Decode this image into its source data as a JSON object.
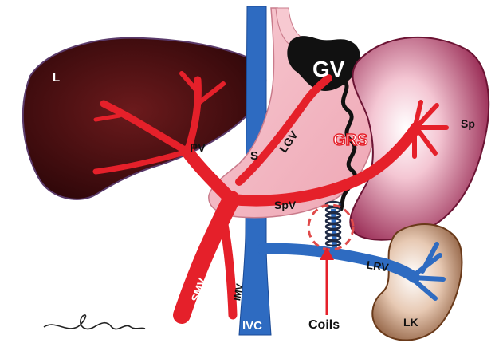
{
  "labels": {
    "liver": "L",
    "gastric_varices": "GV",
    "portal_vein": "PV",
    "left_gastric_vein": "LGV",
    "stomach": "S",
    "gastrorenal_shunt": "GRS",
    "spleen": "Sp",
    "splenic_vein": "SpV",
    "superior_mesenteric_vein": "SMV",
    "inferior_mesenteric_vein": "IMV",
    "inferior_vena_cava": "IVC",
    "left_renal_vein": "LRV",
    "left_kidney": "LK",
    "coils": "Coils"
  },
  "colors": {
    "liver_dark": "#3a0a0c",
    "liver_light": "#6b1a1c",
    "vein_red": "#e5202a",
    "vein_blue": "#2e6bc1",
    "stomach_pink": "#f3b9c3",
    "spleen_dark": "#8a1240",
    "kidney_brown": "#8a5530",
    "varix_black": "#111111",
    "coil_circle": "#e04a4a"
  }
}
